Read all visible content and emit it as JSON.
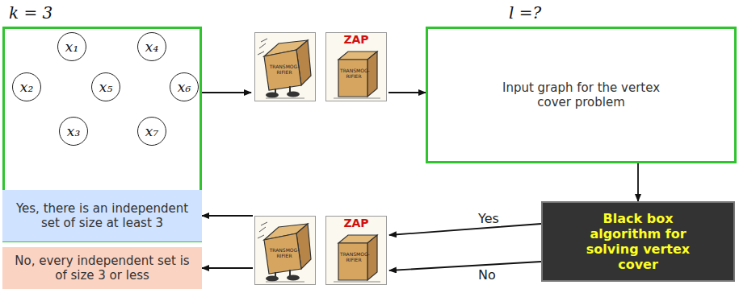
{
  "diagram": {
    "nodes": [
      {
        "text": [
          "k = 3"
        ]
      },
      {
        "text": [
          "x₁"
        ],
        "in": 0
      },
      {
        "text": [
          "x₂"
        ],
        "in": 0
      },
      {
        "text": [
          "x₃"
        ],
        "in": 0
      },
      {
        "text": [
          "x₄"
        ],
        "in": 0
      },
      {
        "text": [
          "x₅"
        ],
        "in": 0
      },
      {
        "text": [
          "x₆"
        ],
        "in": 0
      },
      {
        "text": [
          "x₇"
        ],
        "in": 0
      },
      {
        "text": [
          "l =?",
          "Input graph for the vertex cover problem"
        ]
      },
      {
        "text": [
          "Black box algorithm for solving vertex cover"
        ]
      },
      {
        "text": [
          "Yes, there is an independent set of size at least 3"
        ]
      },
      {
        "text": [
          "No, every independent set is of size 3 or less"
        ]
      }
    ],
    "edges": [
      {
        "from": 1,
        "to": 2,
        "arrow": "none"
      },
      {
        "from": 1,
        "to": 4,
        "arrow": "none"
      },
      {
        "from": 2,
        "to": 4,
        "arrow": "none"
      },
      {
        "from": 2,
        "to": 3,
        "arrow": "none"
      },
      {
        "from": 2,
        "to": 7,
        "arrow": "none"
      },
      {
        "from": 3,
        "to": 7,
        "arrow": "none"
      },
      {
        "from": 5,
        "to": 7,
        "arrow": "none"
      },
      {
        "from": 4,
        "to": 7,
        "arrow": "none"
      },
      {
        "from": 4,
        "to": 6,
        "arrow": "none"
      },
      {
        "from": 6,
        "to": 7,
        "arrow": "none"
      },
      {
        "from": 0,
        "to": 8,
        "arrow": "to"
      },
      {
        "from": 8,
        "to": 9,
        "arrow": "to"
      },
      {
        "from": 9,
        "to": 10,
        "label": "Yes",
        "arrow": "to"
      },
      {
        "from": 9,
        "to": 11,
        "label": "No",
        "arrow": "to"
      }
    ],
    "labels": [
      "TRANSMOG- RIFIER",
      "ZAP",
      "TRANSMOG- RIFIER",
      "TRANSMOG- RIFIER",
      "ZAP",
      "TRANSMOG- RIFIER"
    ]
  }
}
